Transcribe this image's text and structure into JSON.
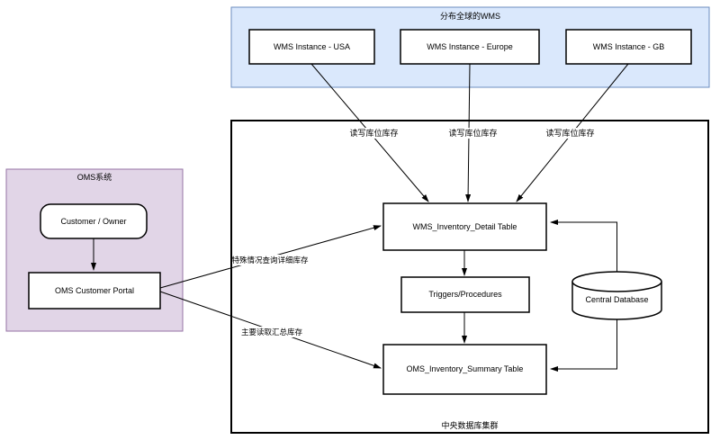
{
  "wms_group": {
    "title": "分布全球的WMS",
    "instances": [
      {
        "label": "WMS Instance - USA"
      },
      {
        "label": "WMS Instance - Europe"
      },
      {
        "label": "WMS Instance - GB"
      }
    ]
  },
  "oms_group": {
    "title": "OMS系统",
    "customer_label": "Customer / Owner",
    "portal_label": "OMS Customer Portal"
  },
  "central_group": {
    "title": "中央数据库集群",
    "detail_table_label": "WMS_Inventory_Detail Table",
    "triggers_label": "Triggers/Procedures",
    "summary_table_label": "OMS_Inventory_Summary Table",
    "database_label": "Central Database"
  },
  "edges": {
    "usa_to_detail": {
      "label": "读写库位库存"
    },
    "europe_to_detail": {
      "label": "读写库位库存"
    },
    "gb_to_detail": {
      "label": "读写库位库存"
    },
    "portal_to_detail": {
      "label": "特殊情况查询详细库存"
    },
    "portal_to_summary": {
      "label": "主要读取汇总库存"
    }
  },
  "colors": {
    "wms_group_fill": "#dae8fc",
    "wms_group_border": "#6c8ebf",
    "oms_group_fill": "#e1d5e7",
    "oms_group_border": "#9673a6",
    "node_fill": "#ffffff",
    "node_border": "#000000",
    "background": "#ffffff"
  }
}
